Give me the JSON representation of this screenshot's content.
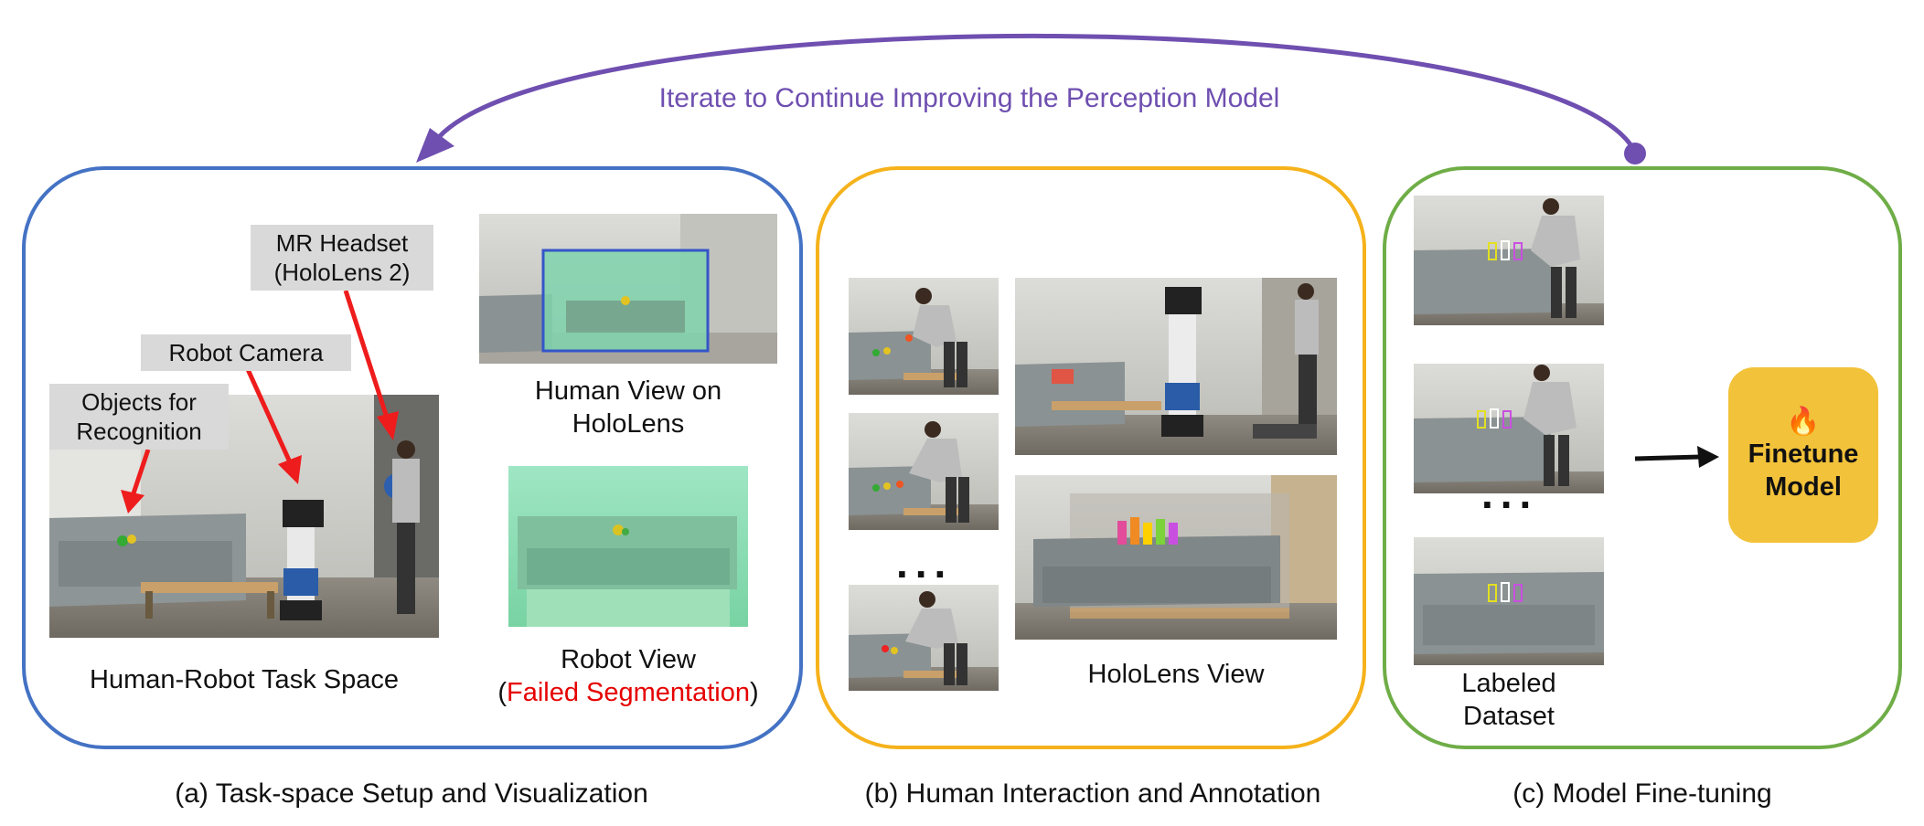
{
  "header": {
    "loop_label": "Iterate to Continue Improving the Perception Model"
  },
  "colors": {
    "loop": "#6f4fb0",
    "panel_a": "#4472c4",
    "panel_b": "#f5b21b",
    "panel_c": "#6fad47",
    "finetune_bg": "#f2c23a",
    "callout_arrow": "#ee1c1c",
    "failed": "#e60000"
  },
  "panel_a": {
    "callouts": {
      "headset_line1": "MR Headset",
      "headset_line2": "(HoloLens 2)",
      "robot_camera": "Robot Camera",
      "objects_line1": "Objects for",
      "objects_line2": "Recognition"
    },
    "task_space_label": "Human-Robot Task Space",
    "human_view_line1": "Human View on",
    "human_view_line2": "HoloLens",
    "robot_view_line1": "Robot View",
    "robot_view_open": "(",
    "robot_view_failed": "Failed Segmentation",
    "robot_view_close": ")",
    "caption": "(a) Task-space Setup and Visualization"
  },
  "panel_b": {
    "ellipsis": "...",
    "hololens_view_label": "HoloLens View",
    "caption": "(b) Human Interaction and Annotation"
  },
  "panel_c": {
    "ellipsis": "...",
    "dataset_line1": "Labeled",
    "dataset_line2": "Dataset",
    "finetune_icon": "🔥",
    "finetune_line1": "Finetune",
    "finetune_line2": "Model",
    "caption": "(c) Model Fine-tuning"
  }
}
